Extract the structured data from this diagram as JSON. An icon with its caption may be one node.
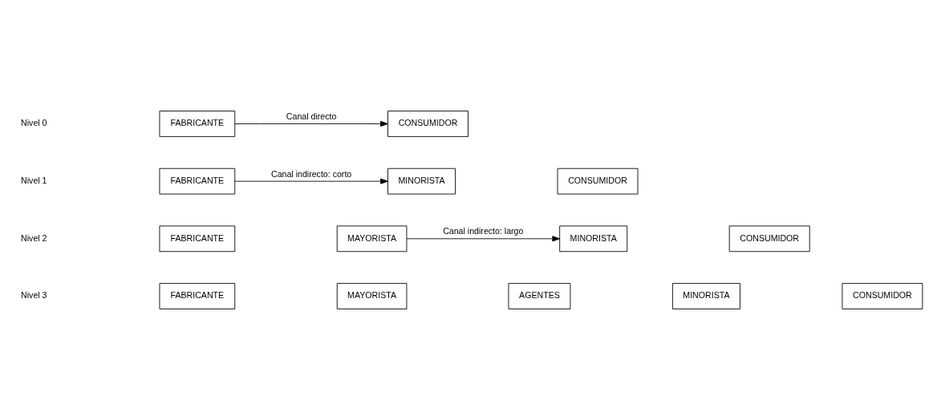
{
  "diagram": {
    "nodes": [
      {
        "text": [
          "FABRICANTE"
        ]
      },
      {
        "text": [
          "CONSUMIDOR"
        ]
      },
      {
        "text": [
          "FABRICANTE"
        ]
      },
      {
        "text": [
          "MINORISTA"
        ]
      },
      {
        "text": [
          "CONSUMIDOR"
        ]
      },
      {
        "text": [
          "FABRICANTE"
        ]
      },
      {
        "text": [
          "MAYORISTA"
        ]
      },
      {
        "text": [
          "MINORISTA"
        ]
      },
      {
        "text": [
          "CONSUMIDOR"
        ]
      },
      {
        "text": [
          "FABRICANTE"
        ]
      },
      {
        "text": [
          "MAYORISTA"
        ]
      },
      {
        "text": [
          "AGENTES"
        ]
      },
      {
        "text": [
          "MINORISTA"
        ]
      },
      {
        "text": [
          "CONSUMIDOR"
        ]
      }
    ],
    "edges": [
      {
        "from": 0,
        "to": 1,
        "arrow": "to",
        "label": "Canal directo"
      },
      {
        "from": 2,
        "to": 3,
        "arrow": "to",
        "label": "Canal indirecto: corto"
      },
      {
        "from": 6,
        "to": 7,
        "arrow": "to",
        "label": "Canal indirecto: largo"
      }
    ],
    "labels": [
      "Nivel 0",
      "Nivel 1",
      "Nivel 2",
      "Nivel 3"
    ]
  }
}
